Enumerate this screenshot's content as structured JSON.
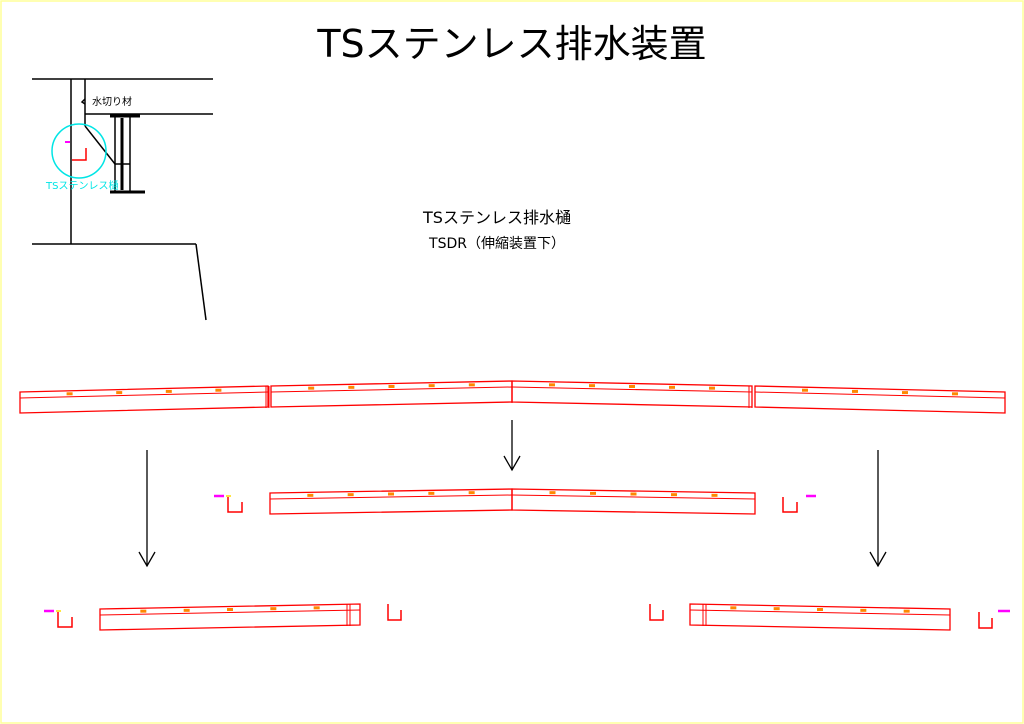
{
  "title": "TSステンレス排水装置",
  "subtitle": {
    "line1": "TSステンレス排水樋",
    "line2": "TSDR（伸縮装置下）"
  },
  "detail": {
    "label_flashing": "水切り材",
    "label_gutter": "TSステンレス樋"
  },
  "colors": {
    "gutter": "#ff0000",
    "marker": "#ff00ff",
    "callout": "#00e5e5",
    "lines": "#000000",
    "frame": "#ffff99",
    "anchor": "#ff8800"
  }
}
